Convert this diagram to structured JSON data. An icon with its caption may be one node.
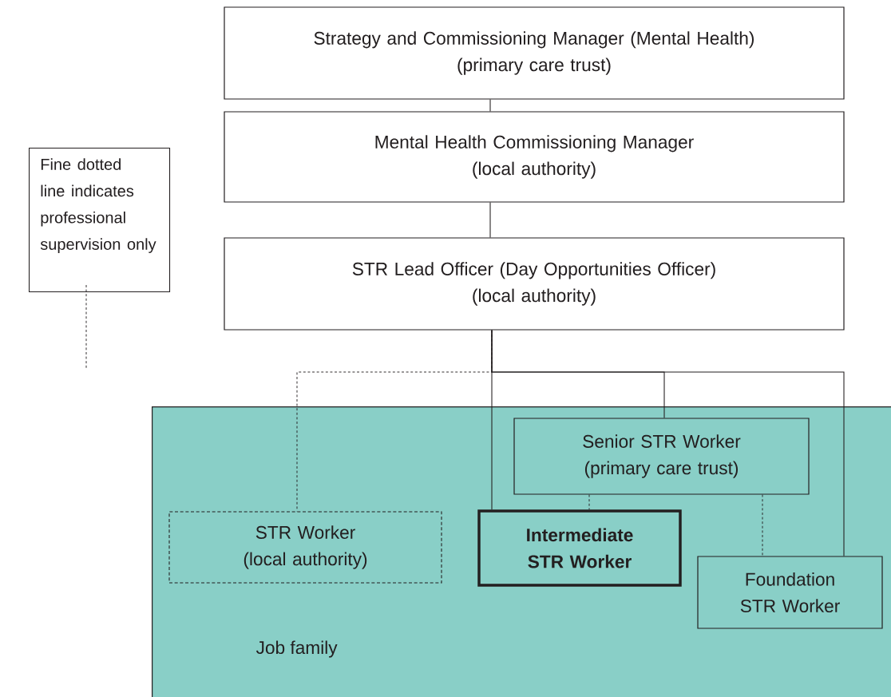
{
  "diagram": {
    "nodes": [
      {
        "text": [
          "Strategy and Commissioning Manager (Mental Health)",
          "(primary care trust)"
        ]
      },
      {
        "text": [
          "Mental Health Commissioning Manager",
          "(local authority)"
        ]
      },
      {
        "text": [
          "STR Lead Officer (Day Opportunities Officer)",
          "(local authority)"
        ]
      },
      {
        "text": [
          "Job family"
        ]
      },
      {
        "text": [
          "Senior STR Worker",
          "(primary care trust)"
        ],
        "in": 3
      },
      {
        "text": [
          "STR Worker",
          "(local authority)"
        ],
        "in": 3
      },
      {
        "text": [
          "Intermediate STR Worker"
        ],
        "in": 3
      },
      {
        "text": [
          "Foundation STR Worker"
        ],
        "in": 3
      }
    ],
    "edges": [
      {
        "from": 0,
        "to": 1,
        "arrow": "none"
      },
      {
        "from": 1,
        "to": 2,
        "arrow": "none"
      },
      {
        "from": 2,
        "to": 6,
        "arrow": "none"
      },
      {
        "from": 2,
        "to": 4,
        "arrow": "none"
      },
      {
        "from": 2,
        "to": 7,
        "arrow": "none"
      },
      {
        "from": 2,
        "to": 5,
        "arrow": "none",
        "style": "dashed"
      },
      {
        "from": 4,
        "to": 6,
        "arrow": "none",
        "style": "dashed"
      },
      {
        "from": 4,
        "to": 7,
        "arrow": "none",
        "style": "dashed"
      }
    ],
    "legend": [
      {
        "text": "Fine dotted line indicates professional supervision only"
      }
    ]
  }
}
